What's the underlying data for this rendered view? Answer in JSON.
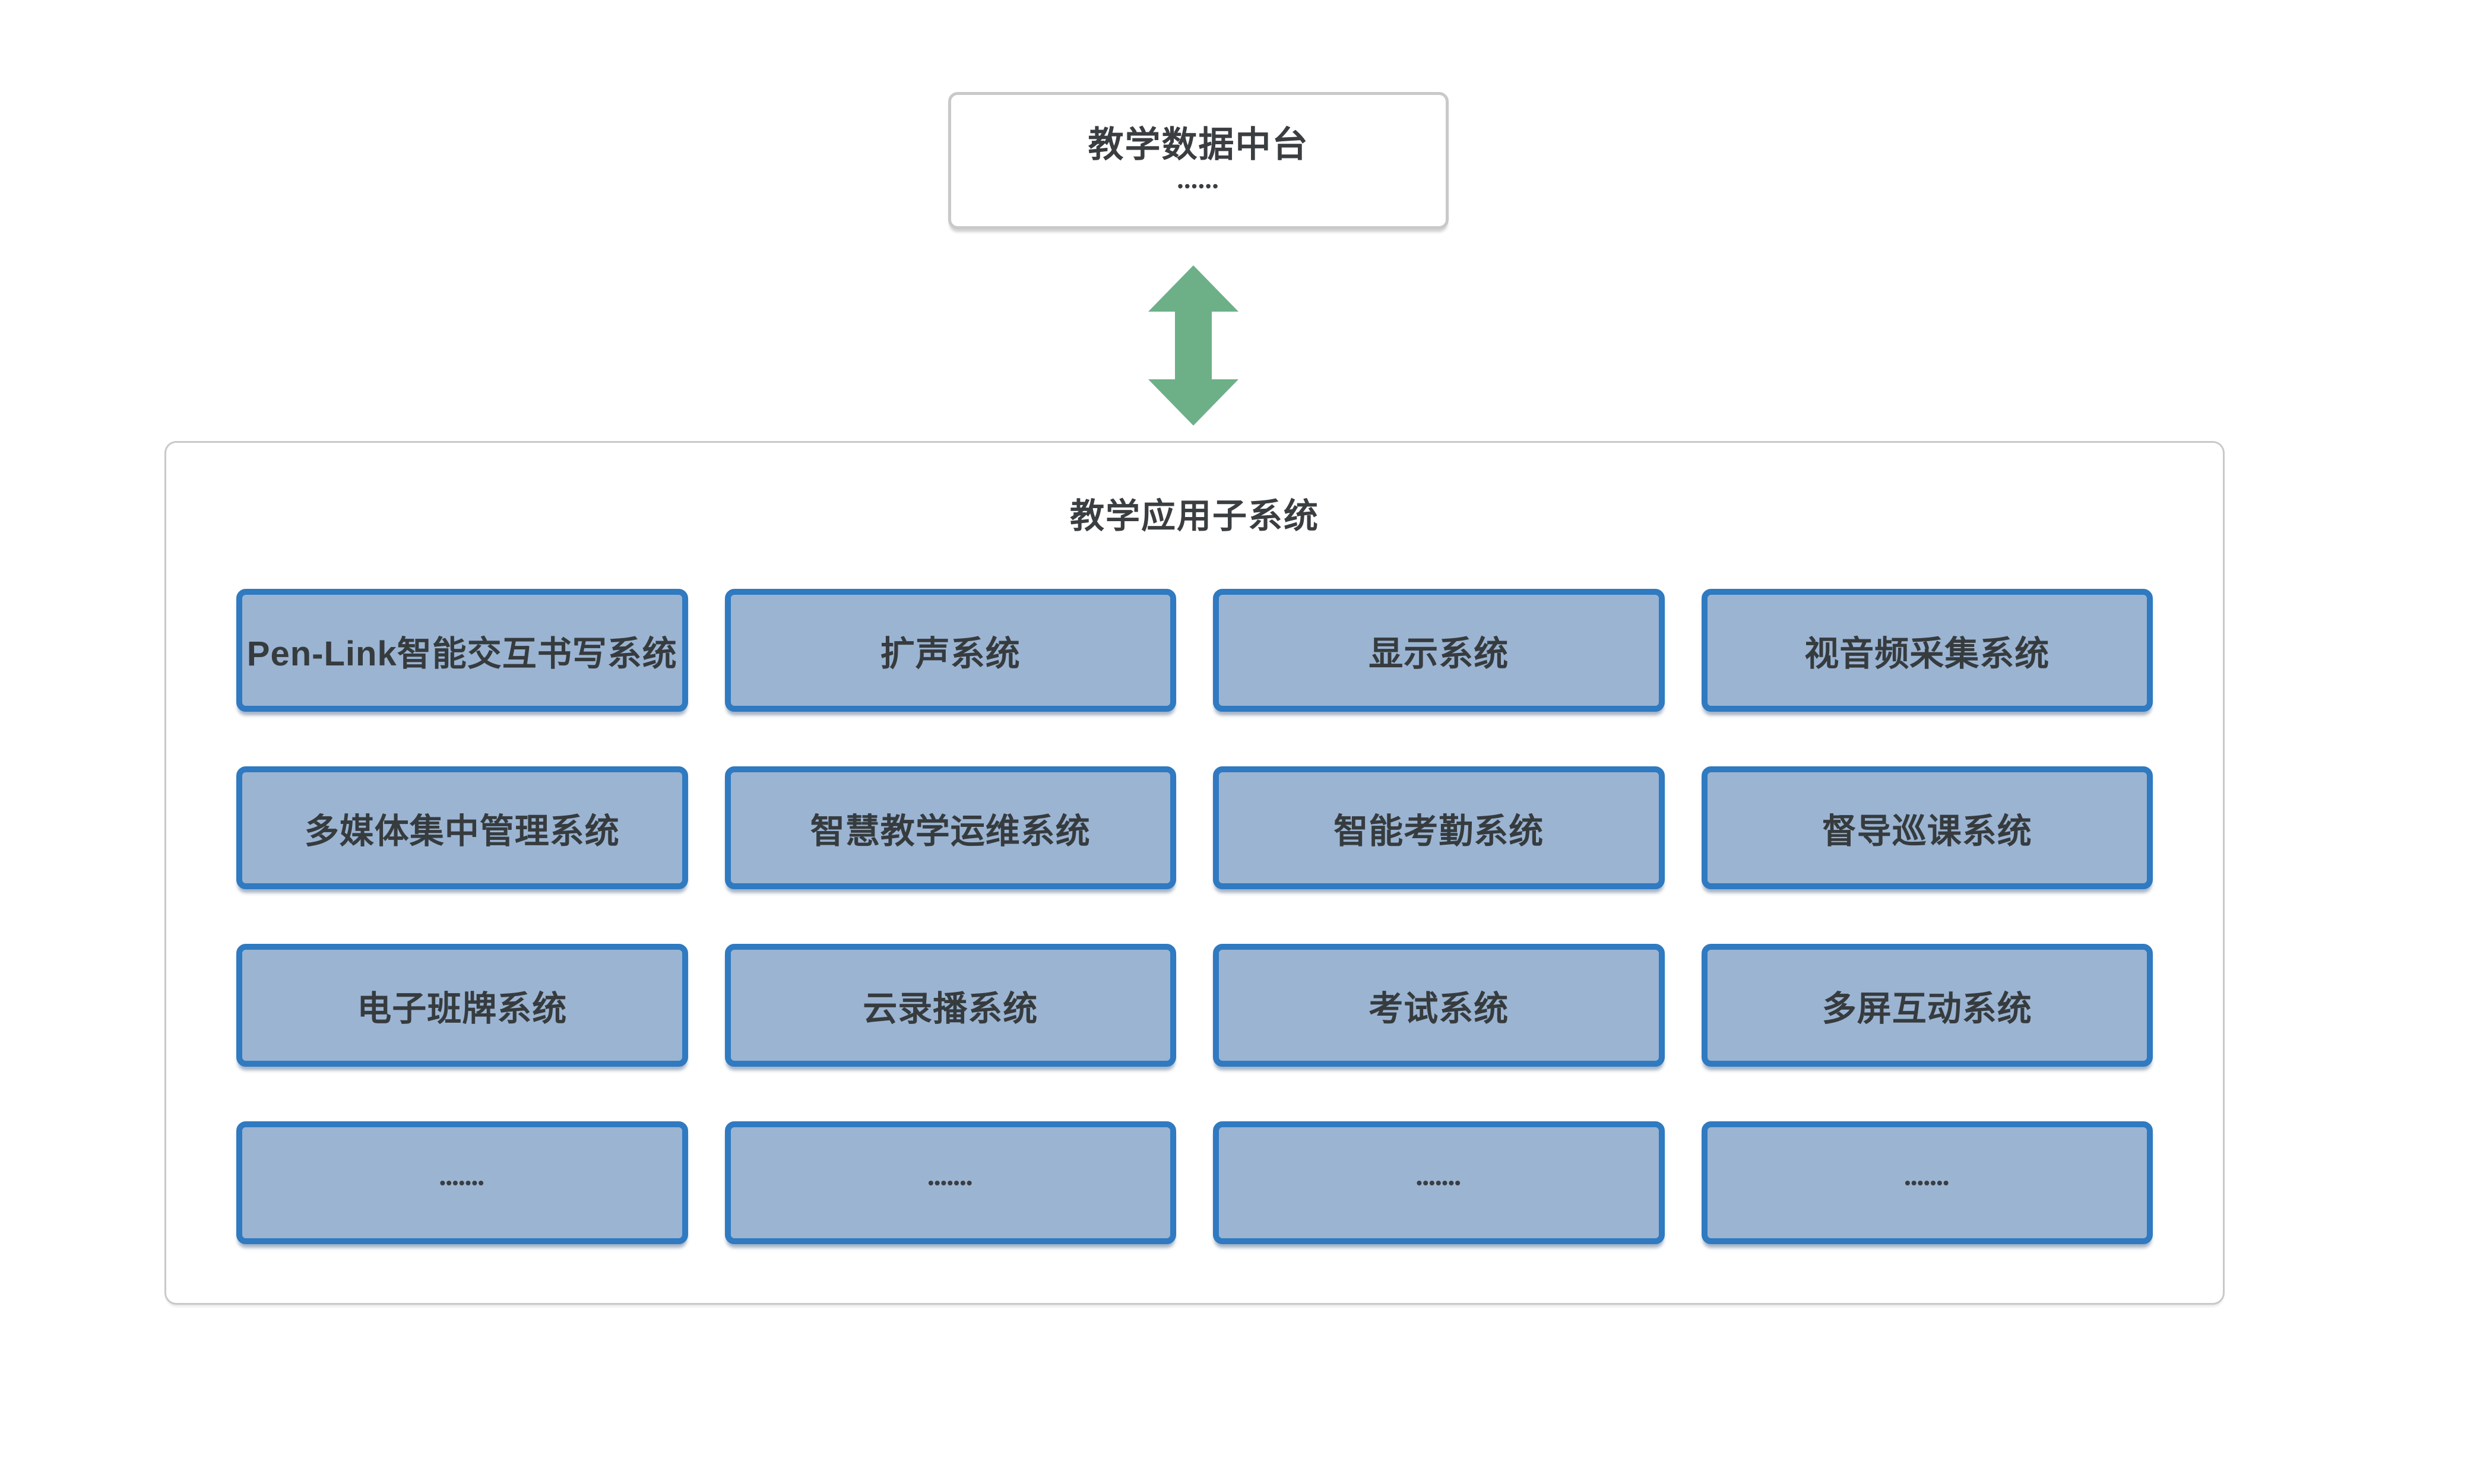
{
  "top_box": {
    "title": "教学数据中台",
    "dots": "••••••"
  },
  "icons": {
    "arrow": "double-vertical-arrow"
  },
  "subsystem_panel": {
    "title": "教学应用子系统",
    "rows": [
      [
        "Pen-Link智能交互书写系统",
        "扩声系统",
        "显示系统",
        "视音频采集系统"
      ],
      [
        "多媒体集中管理系统",
        "智慧教学运维系统",
        "智能考勤系统",
        "督导巡课系统"
      ],
      [
        "电子班牌系统",
        "云录播系统",
        "考试系统",
        "多屏互动系统"
      ],
      [
        "•••••••",
        "•••••••",
        "•••••••",
        "•••••••"
      ]
    ]
  },
  "colors": {
    "box_fill": "#9bb4d2",
    "box_border": "#2f7ac1",
    "panel_border": "#c9c9c9",
    "top_box_border": "#c9c9c9",
    "text": "#3a3e41",
    "arrow_green": "#6db088",
    "background": "#ffffff"
  }
}
